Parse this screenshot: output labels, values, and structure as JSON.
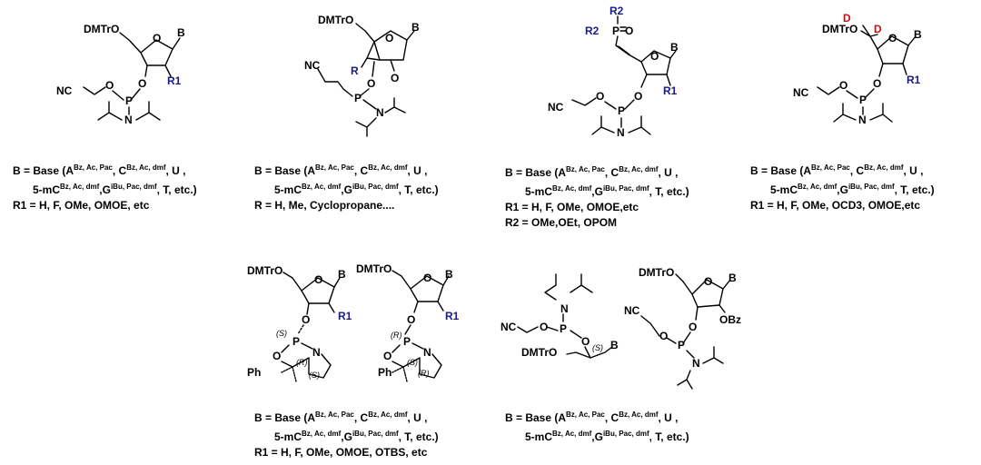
{
  "compounds": [
    {
      "labels": {
        "protect": "DMTrO",
        "base": "B",
        "r1": "R1",
        "cn": "NC",
        "p": "P",
        "n": "N",
        "o1": "O",
        "o2": "O",
        "o3": "O"
      },
      "caption": {
        "line1_a": "B = Base (A",
        "line1_s1": "Bz, Ac, Pac",
        "line1_b": ", C",
        "line1_s2": "Bz, Ac, dmf",
        "line1_c": ", U ,",
        "line2_a": "5-mC",
        "line2_s1": "Bz, Ac, dmf",
        "line2_b": ",G",
        "line2_s2": "iBu, Pac, dmf",
        "line2_c": ", T,  etc.)",
        "line3": "R1 = H, F,  OMe,  OMOE, etc"
      }
    },
    {
      "labels": {
        "protect": "DMTrO",
        "base": "B",
        "r": "R",
        "cn": "NC",
        "p": "P",
        "n": "N",
        "o1": "O",
        "o2": "O",
        "o3": "O"
      },
      "caption": {
        "line1_a": "B = Base (A",
        "line1_s1": "Bz, Ac, Pac",
        "line1_b": ", C",
        "line1_s2": "Bz, Ac, dmf",
        "line1_c": ", U ,",
        "line2_a": "5-mC",
        "line2_s1": "Bz, Ac, dmf",
        "line2_b": ",G",
        "line2_s2": "iBu, Pac, dmf",
        "line2_c": ", T,  etc.)",
        "line3": "R = H, Me,  Cyclopropane...."
      }
    },
    {
      "labels": {
        "r2top": "R2",
        "r2left": "R2",
        "p1": "P",
        "po": "O",
        "base": "B",
        "r1": "R1",
        "cn": "NC",
        "p": "P",
        "n": "N",
        "o1": "O",
        "o2": "O",
        "o3": "O"
      },
      "caption": {
        "line1_a": "B = Base (A",
        "line1_s1": "Bz, Ac, Pac",
        "line1_b": ", C",
        "line1_s2": "Bz, Ac, dmf",
        "line1_c": ", U ,",
        "line2_a": "5-mC",
        "line2_s1": "Bz, Ac, dmf",
        "line2_b": ",G",
        "line2_s2": "iBu, Pac, dmf",
        "line2_c": ", T,  etc.)",
        "line3": "R1 = H, F,  OMe,  OMOE,etc",
        "line4": "R2 = OMe,OEt,  OPOM"
      }
    },
    {
      "labels": {
        "protect": "DMTrO",
        "d1": "D",
        "d2": "D",
        "base": "B",
        "r1": "R1",
        "cn": "NC",
        "p": "P",
        "n": "N",
        "o1": "O",
        "o2": "O",
        "o3": "O"
      },
      "caption": {
        "line1_a": "B = Base (A",
        "line1_s1": "Bz, Ac, Pac",
        "line1_b": ", C",
        "line1_s2": "Bz, Ac, dmf",
        "line1_c": ", U ,",
        "line2_a": "5-mC",
        "line2_s1": "Bz, Ac, dmf",
        "line2_b": ",G",
        "line2_s2": "iBu, Pac, dmf",
        "line2_c": ", T,  etc.)",
        "line3": "R1 = H, F,  OMe,  OCD3,  OMOE,etc"
      }
    }
  ],
  "oxazaphospholidines": {
    "left": {
      "protect": "DMTrO",
      "base": "B",
      "r1": "R1",
      "p": "P",
      "n": "N",
      "o1": "O",
      "o2": "O",
      "o3": "O",
      "ph": "Ph",
      "s_p": "(S)",
      "r_c": "(R)",
      "s_c": "(S)"
    },
    "right": {
      "protect": "DMTrO",
      "base": "B",
      "r1": "R1",
      "p": "P",
      "n": "N",
      "o1": "O",
      "o2": "O",
      "o3": "O",
      "ph": "Ph",
      "r_p": "(R)",
      "s_c": "(S)",
      "r_c": "(R)"
    },
    "caption": {
      "line1_a": "B = Base (A",
      "line1_s1": "Bz, Ac, Pac",
      "line1_b": ", C",
      "line1_s2": "Bz, Ac, dmf",
      "line1_c": ", U ,",
      "line2_a": "5-mC",
      "line2_s1": "Bz, Ac, dmf",
      "line2_b": ",G",
      "line2_s2": "iBu, Pac, dmf",
      "line2_c": ", T,  etc.)",
      "line3": "R1 = H, F,  OMe,  OMOE,  OTBS, etc"
    }
  },
  "acyclic_and_bz": {
    "acyclic": {
      "cn": "NC",
      "p": "P",
      "n": "N",
      "o1": "O",
      "o2": "O",
      "protect": "DMTrO",
      "base": "B",
      "s": "(S)"
    },
    "bz": {
      "protect": "DMTrO",
      "base": "B",
      "obz": "OBz",
      "cn": "NC",
      "p": "P",
      "n": "N",
      "o1": "O",
      "o2": "O",
      "o3": "O"
    },
    "caption": {
      "line1_a": "B = Base (A",
      "line1_s1": "Bz, Ac, Pac",
      "line1_b": ", C",
      "line1_s2": "Bz, Ac, dmf",
      "line1_c": ", U ,",
      "line2_a": "5-mC",
      "line2_s1": "Bz, Ac, dmf",
      "line2_b": ",G",
      "line2_s2": "iBu, Pac, dmf",
      "line2_c": ", T,  etc.)"
    }
  }
}
